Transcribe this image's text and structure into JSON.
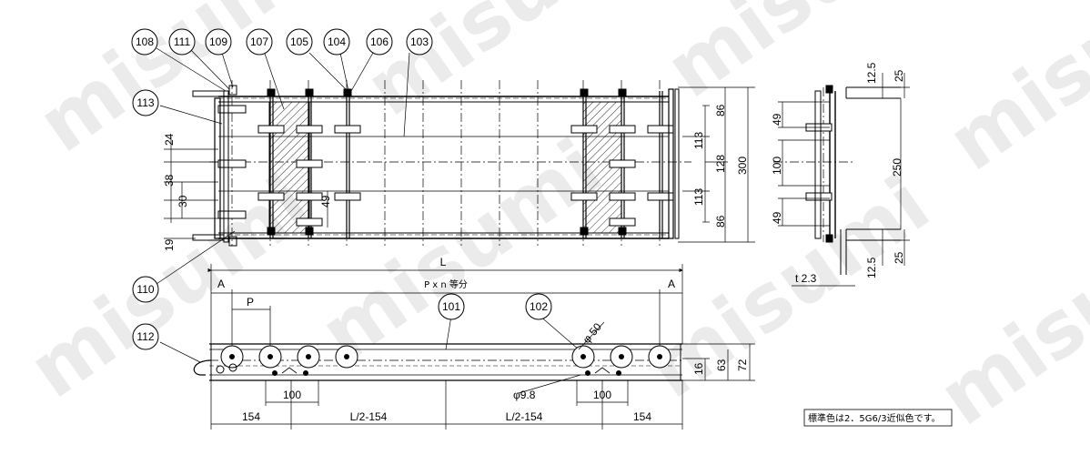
{
  "watermark": "misumi",
  "balloons": {
    "b108": "108",
    "b111": "111",
    "b109": "109",
    "b107": "107",
    "b105": "105",
    "b104": "104",
    "b106": "106",
    "b103": "103",
    "b113": "113",
    "b110": "110",
    "b112": "112",
    "b101": "101",
    "b102": "102"
  },
  "plan_dims": {
    "d24": "24",
    "d38": "38",
    "d30": "30",
    "d19": "19",
    "d49": "49",
    "d86a": "86",
    "d113a": "113",
    "d128": "128",
    "d113b": "113",
    "d86b": "86",
    "d300": "300"
  },
  "side_dims": {
    "d12_5a": "12.5",
    "d25a": "25",
    "d49a": "49",
    "d100": "100",
    "d250": "250",
    "d49b": "49",
    "d25b": "25",
    "d12_5b": "12.5",
    "t": "t 2.3"
  },
  "front_dims": {
    "L": "L",
    "A_left": "A",
    "A_right": "A",
    "pxn": "P x n 等分",
    "P": "P",
    "phi50": "φ 50",
    "phi9_8": "φ9.8",
    "d100a": "100",
    "d100b": "100",
    "d154a": "154",
    "dL2a": "L/2-154",
    "dL2b": "L/2-154",
    "d154b": "154",
    "d16": "16",
    "d63": "63",
    "d72": "72"
  },
  "note": "標準色は2．5G6/3近似色です。"
}
